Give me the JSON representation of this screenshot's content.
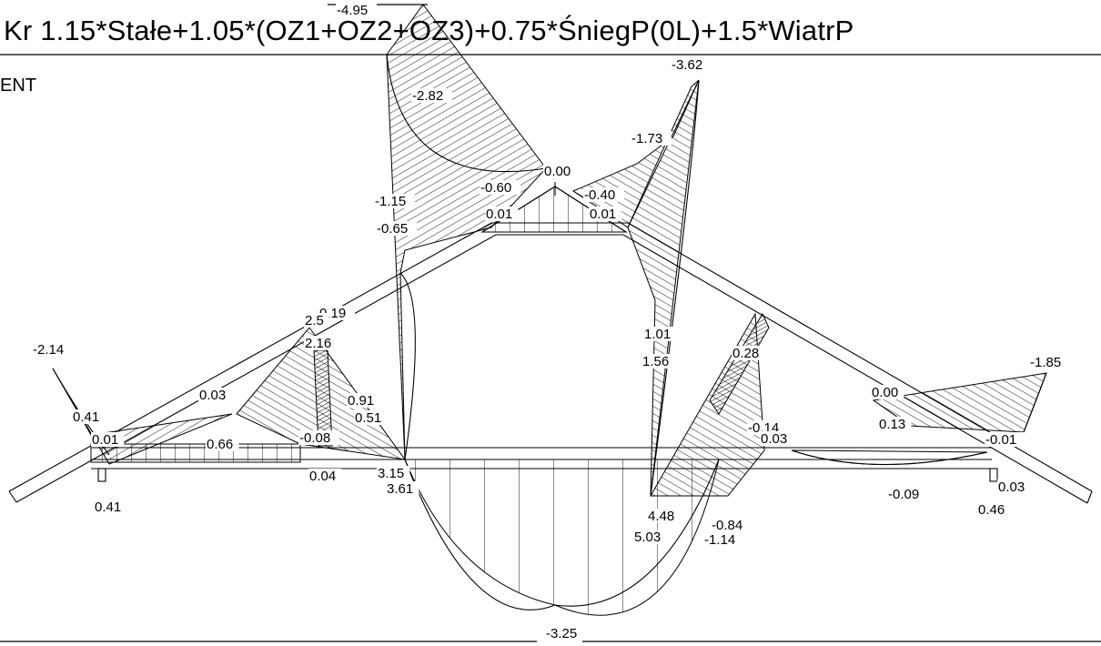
{
  "header": {
    "title": "Kr   1.15*Stałe+1.05*(OZ1+OZ2+OZ3)+0.75*ŚniegP(0L)+1.5*WiatrP",
    "subtitle": "ENT"
  },
  "diagram": {
    "labels": [
      {
        "id": "v-4-95",
        "text": "-4.95"
      },
      {
        "id": "v-3-62",
        "text": "-3.62"
      },
      {
        "id": "v-2-82",
        "text": "-2.82"
      },
      {
        "id": "v-1-73",
        "text": "-1.73"
      },
      {
        "id": "v-0-00-top",
        "text": "0.00"
      },
      {
        "id": "v-0-60",
        "text": "-0.60"
      },
      {
        "id": "v-0-40",
        "text": "-0.40"
      },
      {
        "id": "v-0-01-left",
        "text": "0.01"
      },
      {
        "id": "v-0-01-right",
        "text": "0.01"
      },
      {
        "id": "v-1-15",
        "text": "-1.15"
      },
      {
        "id": "v-0-65",
        "text": "-0.65"
      },
      {
        "id": "v-0-19",
        "text": "-0.19"
      },
      {
        "id": "v-2-5x",
        "text": "2.5"
      },
      {
        "id": "v-2-16",
        "text": "2.16"
      },
      {
        "id": "v-2-14",
        "text": "-2.14"
      },
      {
        "id": "v-0-03-left",
        "text": "0.03"
      },
      {
        "id": "v-0-41-a",
        "text": "0.41"
      },
      {
        "id": "v-0-01-lower",
        "text": "0.01"
      },
      {
        "id": "v-0-66",
        "text": "0.66"
      },
      {
        "id": "v-0-91",
        "text": "0.91"
      },
      {
        "id": "v-0-51",
        "text": "0.51"
      },
      {
        "id": "v-0-08",
        "text": "-0.08"
      },
      {
        "id": "v-0-04",
        "text": "0.04"
      },
      {
        "id": "v-3-15",
        "text": "3.15"
      },
      {
        "id": "v-3-61",
        "text": "3.61"
      },
      {
        "id": "v-0-41-b",
        "text": "0.41"
      },
      {
        "id": "v-1-01",
        "text": "1.01"
      },
      {
        "id": "v-1-56",
        "text": "1.56"
      },
      {
        "id": "v-0-28",
        "text": "0.28"
      },
      {
        "id": "v-1-85",
        "text": "-1.85"
      },
      {
        "id": "v-0-00-right",
        "text": "0.00"
      },
      {
        "id": "v-0-14",
        "text": "-0.14"
      },
      {
        "id": "v-0-13",
        "text": "0.13"
      },
      {
        "id": "v-0-03-mid",
        "text": "0.03"
      },
      {
        "id": "v-0-01-right-end",
        "text": "-0.01"
      },
      {
        "id": "v-4-48",
        "text": "4.48"
      },
      {
        "id": "v-5-03",
        "text": "5.03"
      },
      {
        "id": "v-0-84",
        "text": "-0.84"
      },
      {
        "id": "v-1-14",
        "text": "-1.14"
      },
      {
        "id": "v-0-09",
        "text": "-0.09"
      },
      {
        "id": "v-0-03-right",
        "text": "0.03"
      },
      {
        "id": "v-0-46",
        "text": "0.46"
      },
      {
        "id": "v-3-25",
        "text": "-3.25"
      }
    ]
  }
}
